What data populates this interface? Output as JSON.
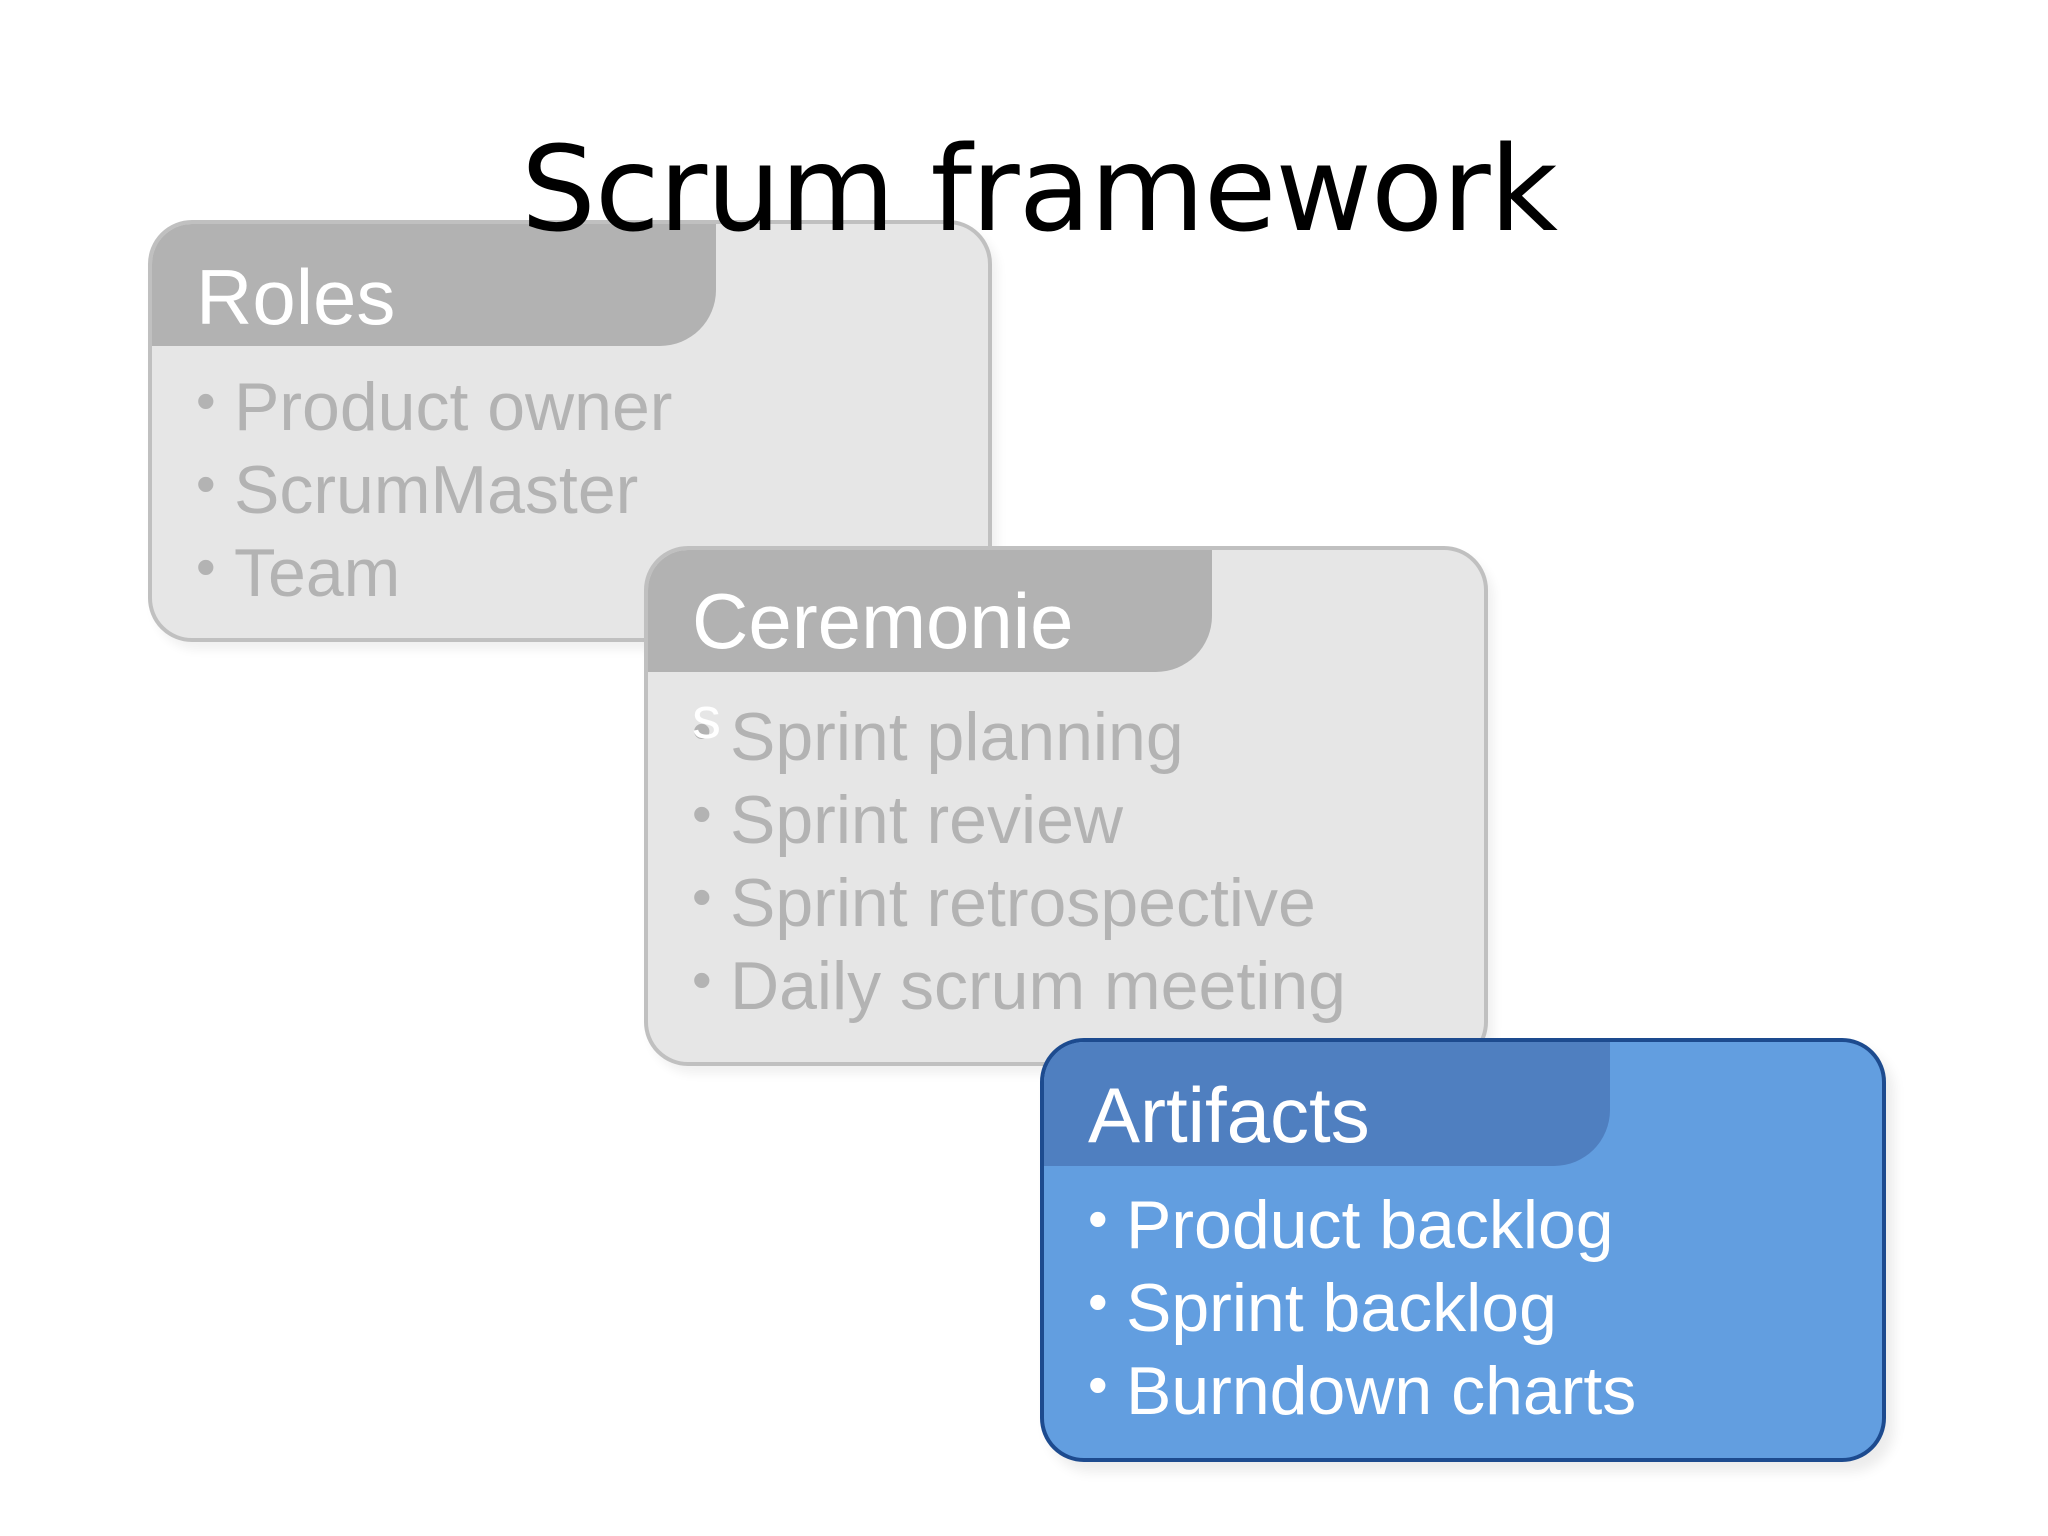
{
  "title": "Scrum framework",
  "cards": {
    "roles": {
      "heading": "Roles",
      "items": [
        "Product owner",
        "ScrumMaster",
        "Team"
      ]
    },
    "ceremonies": {
      "heading": "Ceremonie",
      "heading_overflow": "s",
      "items": [
        "Sprint planning",
        "Sprint review",
        "Sprint retrospective",
        "Daily scrum meeting"
      ]
    },
    "artifacts": {
      "heading": "Artifacts",
      "items": [
        "Product backlog",
        "Sprint backlog",
        "Burndown charts"
      ]
    }
  },
  "bullet": "•",
  "colors": {
    "inactive_card_fill": "#e6e6e6",
    "inactive_tab_fill": "#b2b2b2",
    "inactive_text": "#b3b3b3",
    "active_card_fill": "#629ee0",
    "active_tab_fill": "#4f7fc0",
    "active_border": "#1d4b8f"
  }
}
